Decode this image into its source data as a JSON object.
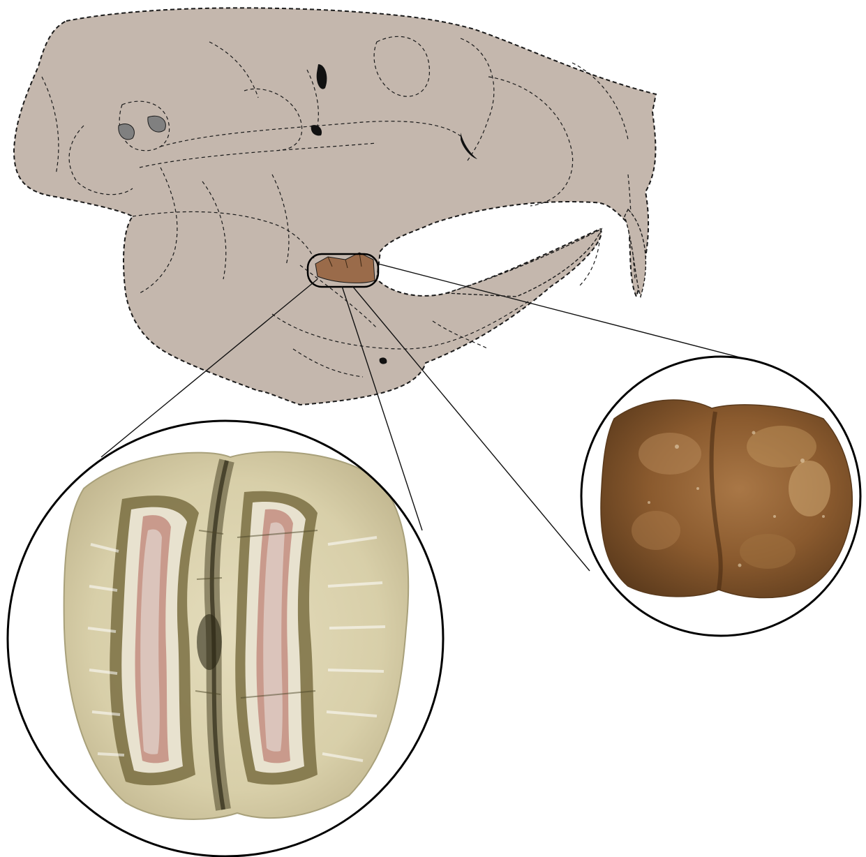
{
  "figure": {
    "palette": {
      "skull_fill": "#c4b7ad",
      "outline": "#1a1a1a",
      "foramen_grey": "#808080",
      "tooth_highlight": "#9a6b4a",
      "enamel_cream": "#e9e3c7",
      "dentine_dark": "#6b5a2c",
      "pulp_pink": "#c99a8c",
      "worn_tooth_brown": "#8a5a2e"
    },
    "panels": [
      {
        "id": "skull",
        "description_icon": "rodent-skull-lateral-outline"
      },
      {
        "id": "occlusal-molar",
        "description_icon": "molar-occlusal-photo"
      },
      {
        "id": "worn-molar",
        "description_icon": "molar-worn-photo"
      }
    ]
  }
}
